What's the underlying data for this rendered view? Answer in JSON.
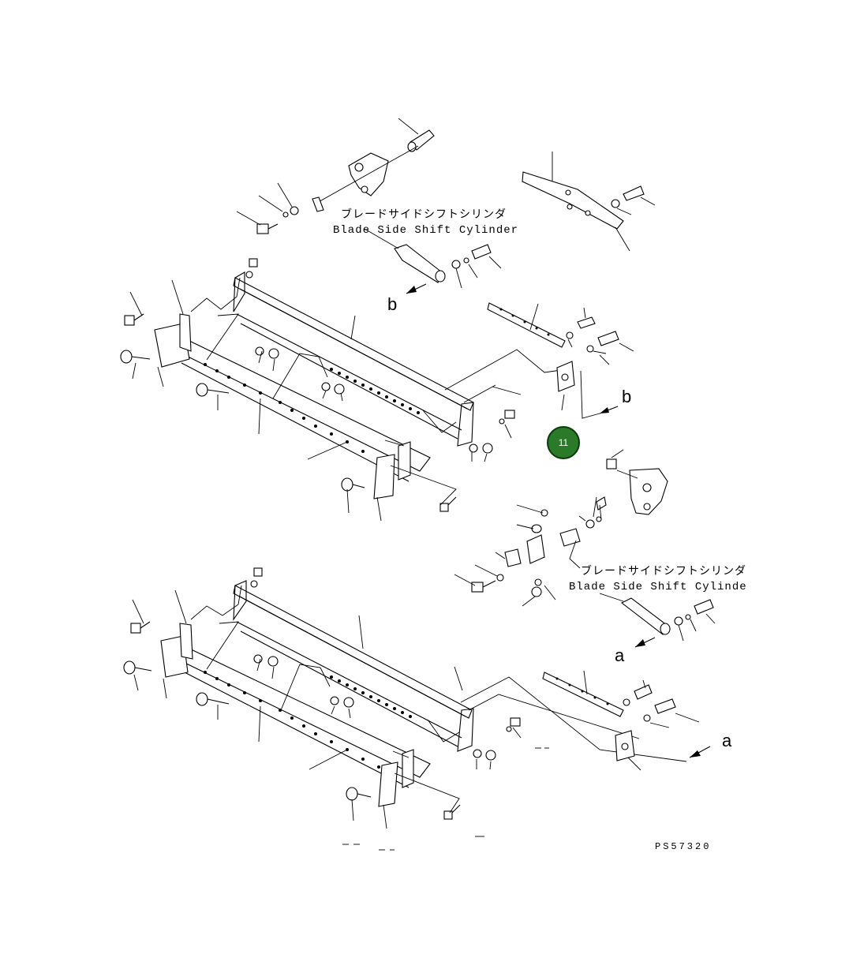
{
  "labels": {
    "cylinder_jp_upper": "ブレードサイドシフトシリンダ",
    "cylinder_en_upper": "Blade Side Shift Cylinder",
    "cylinder_jp_lower": "ブレードサイドシフトシリンダ",
    "cylinder_en_lower": "Blade Side Shift Cylinde"
  },
  "refs": {
    "b_left": "b",
    "b_right": "b",
    "a_left": "a",
    "a_right": "a"
  },
  "callout": {
    "number": "11",
    "color": "#2a7a2a"
  },
  "drawing_code": "PS57320"
}
